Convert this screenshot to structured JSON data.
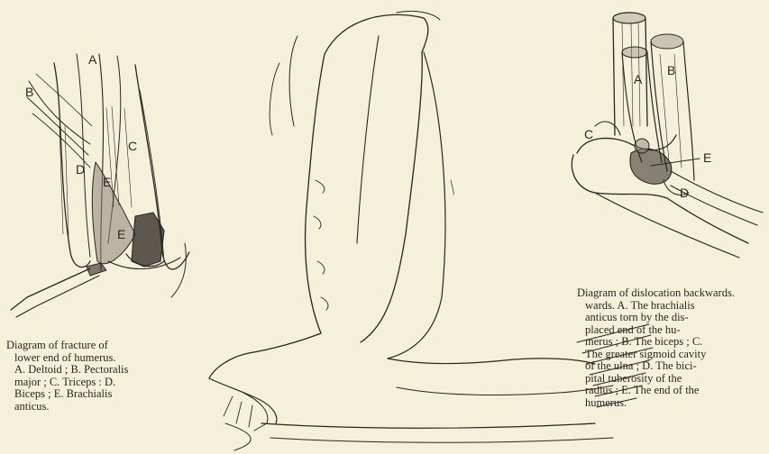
{
  "figure_left": {
    "labels": {
      "a": "A",
      "b": "B",
      "c": "C",
      "d": "D",
      "e1": "E",
      "e2": "E"
    },
    "caption_lines": [
      "Diagram of fracture of",
      "lower end of humerus.",
      "A. Deltoid ; B. Pectoralis",
      "major ; C. Triceps : D.",
      "Biceps ; E. Brachialis",
      "anticus."
    ]
  },
  "figure_right": {
    "labels": {
      "a": "A",
      "b": "B",
      "c": "C",
      "d": "D",
      "e": "E"
    },
    "caption_lines": [
      "Diagram of dislocation backwards.",
      "wards. A. The brachialis",
      "anticus torn by the dis-",
      "placed end of the hu-",
      "merus ; B. The biceps ; C.",
      "The greater sigmoid cavity",
      "of the ulna ; D. The bici-",
      "pital tuberosity of the",
      "radius ; E. The end of the",
      "humerus."
    ]
  },
  "colors": {
    "paper": "#f4f0da",
    "ink": "#2a2620",
    "shade": "#8c8478"
  }
}
